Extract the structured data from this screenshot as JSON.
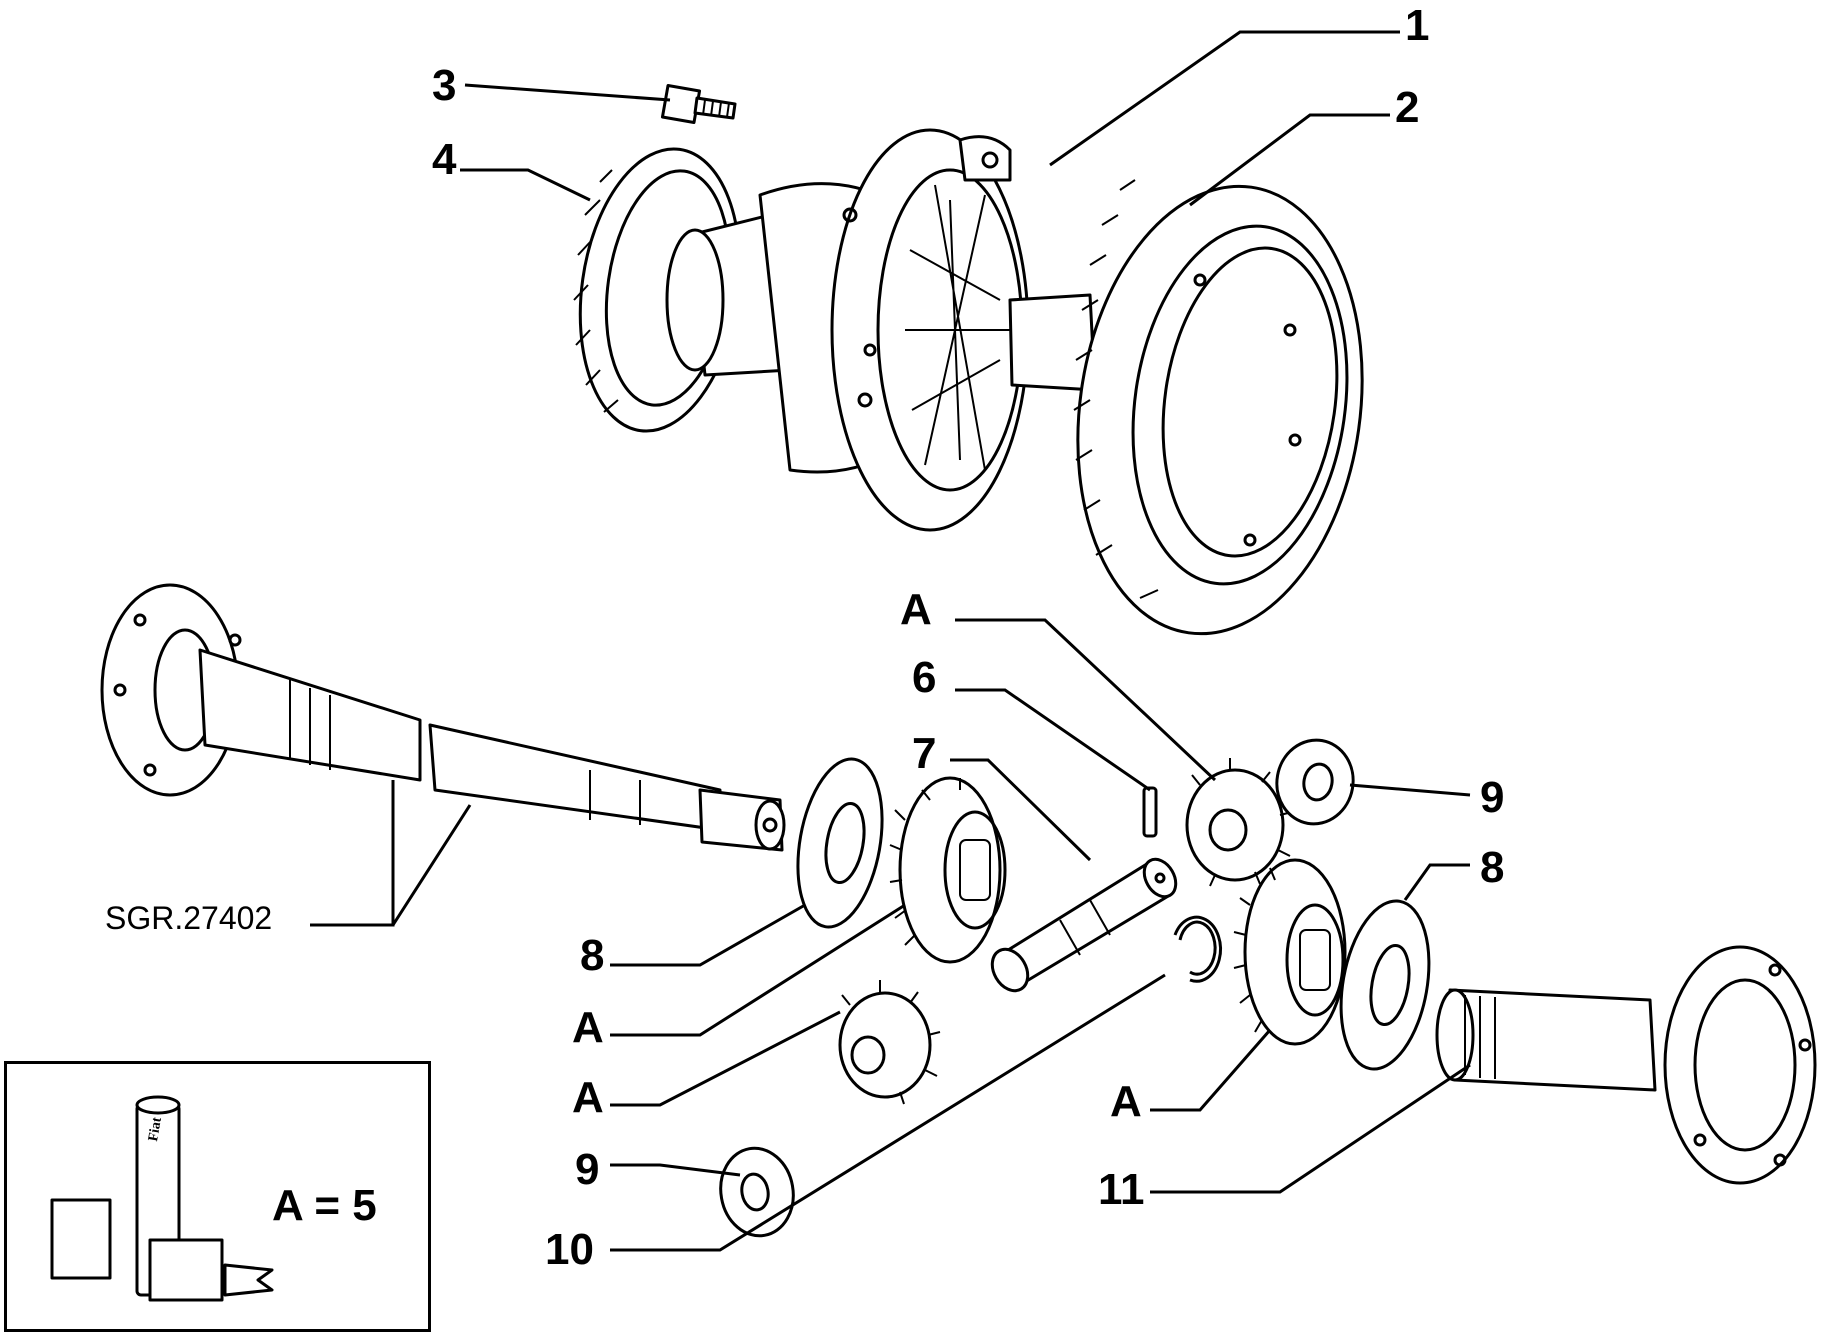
{
  "callouts": {
    "c1": "1",
    "c2": "2",
    "c3": "3",
    "c4": "4",
    "c6": "6",
    "c7": "7",
    "c8a": "8",
    "c8b": "8",
    "c9a": "9",
    "c9b": "9",
    "c10": "10",
    "c11": "11",
    "cA1": "A",
    "cA2": "A",
    "cA3": "A",
    "cA4": "A"
  },
  "reference_code": "SGR.27402",
  "legend": {
    "formula": "A = 5",
    "brand_mark": "Fiat"
  }
}
